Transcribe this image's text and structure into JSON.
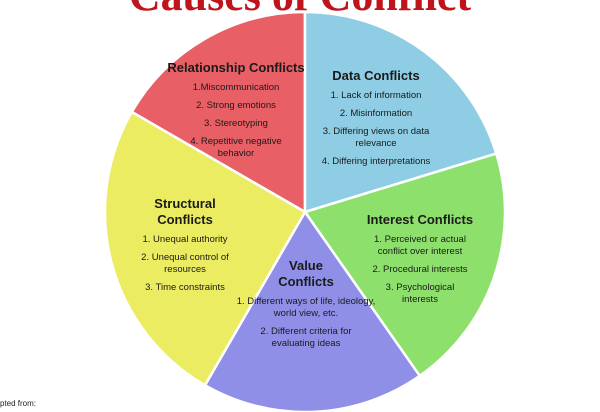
{
  "title": "Causes of Conflict",
  "source": "pted from:",
  "colors": {
    "relationship": "#e85f65",
    "data": "#8ecde4",
    "interest": "#8ee06c",
    "value": "#8f8fe8",
    "structural": "#ecec63"
  },
  "slices": {
    "relationship": {
      "heading": "Relationship Conflicts",
      "items": [
        "1.Miscommunication",
        "2. Strong emotions",
        "3. Stereotyping",
        "4. Repetitive negative behavior"
      ]
    },
    "data": {
      "heading": "Data Conflicts",
      "items": [
        "1. Lack of information",
        "2. Misinformation",
        "3. Differing views on data relevance",
        "4. Differing interpretations"
      ]
    },
    "interest": {
      "heading": "Interest Conflicts",
      "items": [
        "1. Perceived or actual conflict over interest",
        "2. Procedural interests",
        "3. Psychological interests"
      ]
    },
    "value": {
      "heading": "Value Conflicts",
      "items": [
        "1. Different ways of life, ideology, world view, etc.",
        "2. Different criteria for evaluating ideas"
      ]
    },
    "structural": {
      "heading": "Structural Conflicts",
      "items": [
        "1. Unequal authority",
        "2. Unequal control of resources",
        "3. Time constraints"
      ]
    }
  }
}
